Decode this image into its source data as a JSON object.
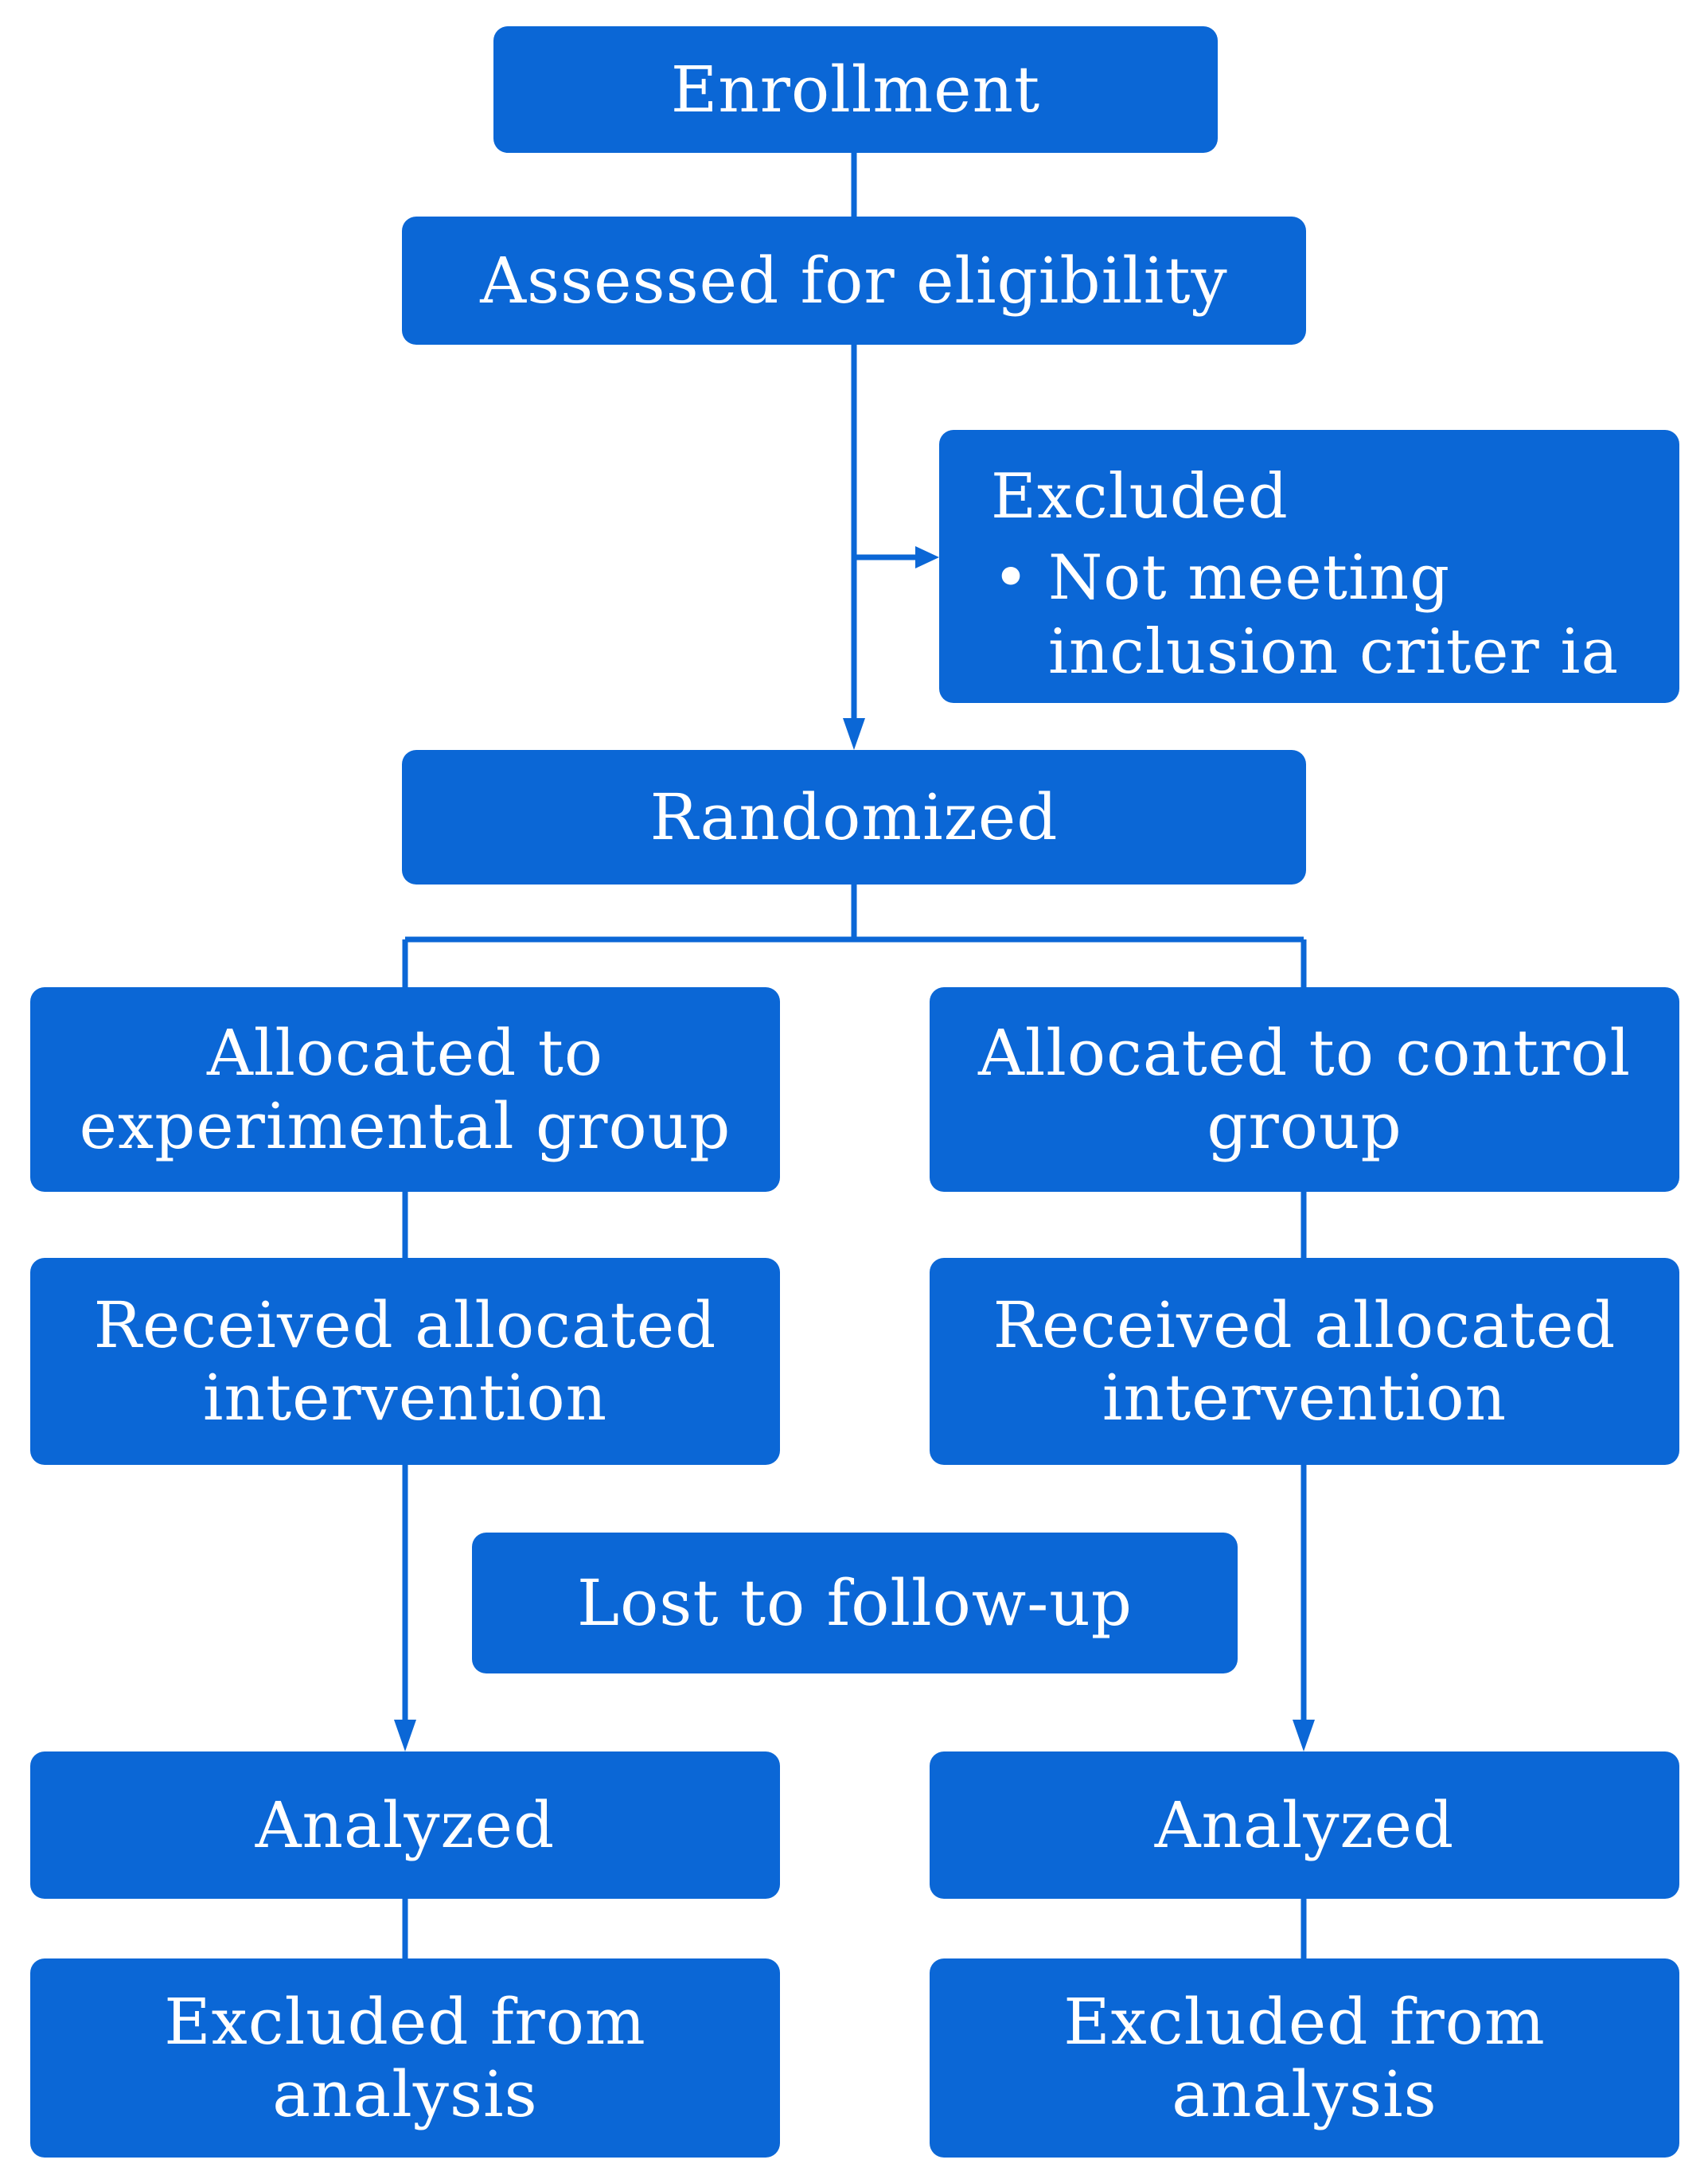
{
  "colors": {
    "box_fill": "#0b67d6",
    "box_text": "#ffffff",
    "connector": "#0b67d6",
    "background": "#ffffff"
  },
  "nodes": {
    "enrollment": "Enrollment",
    "assessed": "Assessed for eligibility",
    "excluded": {
      "title": "Excluded",
      "reasons": [
        "Not meeting inclusion criter ia"
      ]
    },
    "randomized": "Randomized",
    "allocated_experimental": "Allocated to experimental group",
    "allocated_control": "Allocated to control group",
    "received_experimental": "Received allocated intervention",
    "received_control": "Received allocated intervention",
    "lost_followup": "Lost to follow-up",
    "analyzed_experimental": "Analyzed",
    "analyzed_control": "Analyzed",
    "excluded_analysis_experimental": "Excluded from analysis",
    "excluded_analysis_control": "Excluded from analysis"
  }
}
